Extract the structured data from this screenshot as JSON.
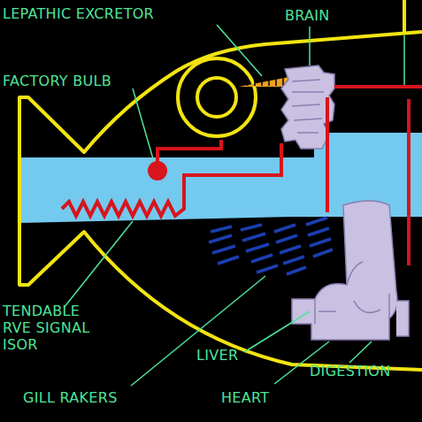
{
  "diagram": {
    "labels": [
      "LEPATHIC EXCRETOR",
      "BRAIN",
      "FACTORY BULB",
      "TENDABLE RVE SIGNAL ISOR",
      "LIVER",
      "GILL RAKERS",
      "HEART",
      "DIGESTION"
    ]
  }
}
